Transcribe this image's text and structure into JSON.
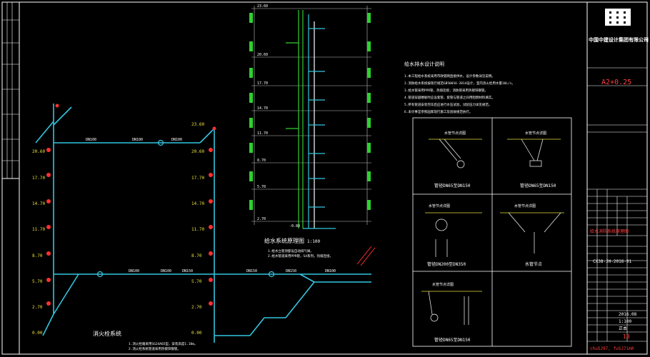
{
  "colors": {
    "background": "#000000",
    "pipe": "#33c6e0",
    "frame": "#ffffff",
    "floor_line": "#bfbfbf",
    "marker_green": "#2fd02f",
    "marker_red": "#ff3030",
    "accent_yellow": "#e8e03a",
    "accent_red": "#ff4040"
  },
  "title_block": {
    "company": "中国中建设计集团有限公司",
    "sheet_size": "A2+0.25",
    "drawing_title": "给水消防系统原理图",
    "drawing_no": "CX38-JH-2016-01",
    "date": "2016.08",
    "scale": "1:100",
    "sheet_no": "10",
    "stamp": "正本",
    "red_note": "chuSJ97, fuSJ7im0"
  },
  "system_labels": {
    "fire_system": "消火栓系统",
    "water_system": "给水系统原理图",
    "water_scale": "1:100",
    "notes_title": "给水排水设计说明"
  },
  "detail_titles": [
    "管径DN65至DN150",
    "管径DN65至DN150",
    "管径DN200至DN350",
    "水管节点",
    "管径DN65至DN150"
  ],
  "detail_headers": [
    "水管节点详图",
    "水管节点详图",
    "水管节点详图",
    "水管节点详图",
    "水管节点详图"
  ],
  "elevations_left": [
    "20.60",
    "17.70",
    "14.70",
    "11.70",
    "8.70",
    "5.70",
    "2.70",
    "0.00"
  ],
  "elevations_right": [
    "23.60",
    "20.60",
    "17.70",
    "14.70",
    "11.70",
    "8.70",
    "5.70",
    "2.70",
    "0.00"
  ],
  "riser_elevations": [
    "23.60",
    "20.60",
    "17.70",
    "14.70",
    "11.70",
    "8.70",
    "5.70",
    "2.70",
    "-0.80"
  ],
  "pipe_labels": [
    "DN100",
    "DN100",
    "DN100",
    "DN100",
    "DN100",
    "DN150",
    "DN150",
    "DN150",
    "DN100"
  ],
  "notes_lines": [
    "1.本工程给水系统采用市政管网直接供水，设计参数详见说明。",
    "2.消防给水系统按现行规范GB50016-2014设计，室内消火栓用水量10L/s。",
    "3.给水管采用PPR管，热熔连接；消防管采用热镀锌钢管。",
    "4.管道穿越楼板时应设套管，套管与管道之间用阻燃材料填实。",
    "5.所有管道安装完毕后应进行水压试验，试验压力详见规范。",
    "6.未尽事宜参照国家现行施工及验收规范执行。"
  ],
  "fire_notes": [
    "1.消火栓箱采用SG24A65型，安装高度1.10m。",
    "2.消火栓系统管道采用热镀锌钢管。"
  ],
  "water_notes": [
    "1.给水立管顶部设自动排气阀。",
    "2.给水管道采用PPR管，S4系列，热熔连接。"
  ]
}
